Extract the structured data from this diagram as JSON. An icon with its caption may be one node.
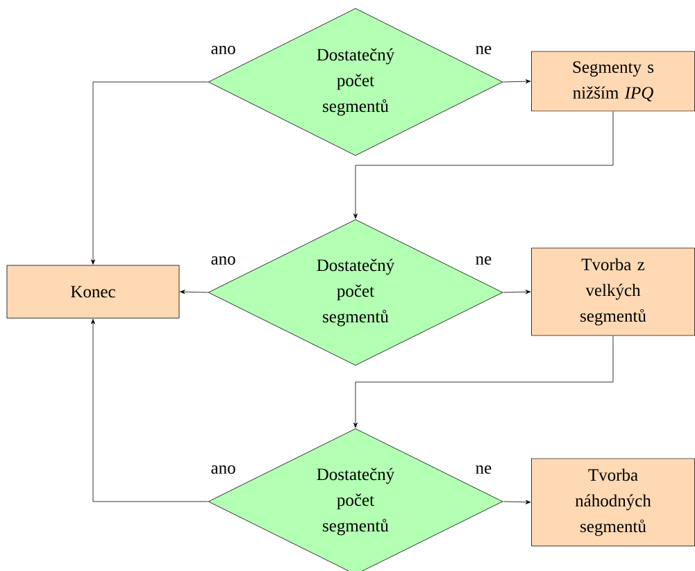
{
  "diagram": {
    "nodes": [
      {
        "text": [
          "Dostatečný počet segmentů"
        ]
      },
      {
        "text": [
          "Segmenty s nižším *IPQ*"
        ]
      },
      {
        "text": [
          "Konec"
        ]
      },
      {
        "text": [
          "Dostatečný počet segmentů"
        ]
      },
      {
        "text": [
          "Tvorba z velkých segmentů"
        ]
      },
      {
        "text": [
          "Dostatečný počet segmentů"
        ]
      },
      {
        "text": [
          "Tvorba náhodných segmentů"
        ]
      }
    ],
    "edges": [
      {
        "from": 0,
        "to": 2,
        "arrow": "to",
        "label": "ano"
      },
      {
        "from": 0,
        "to": 1,
        "arrow": "to",
        "label": "ne"
      },
      {
        "from": 1,
        "to": 3,
        "arrow": "to"
      },
      {
        "from": 3,
        "to": 2,
        "arrow": "to",
        "label": "ano"
      },
      {
        "from": 3,
        "to": 4,
        "arrow": "to",
        "label": "ne"
      },
      {
        "from": 4,
        "to": 5,
        "arrow": "to"
      },
      {
        "from": 5,
        "to": 2,
        "arrow": "to",
        "label": "ano"
      },
      {
        "from": 5,
        "to": 6,
        "arrow": "to",
        "label": "ne"
      }
    ]
  }
}
